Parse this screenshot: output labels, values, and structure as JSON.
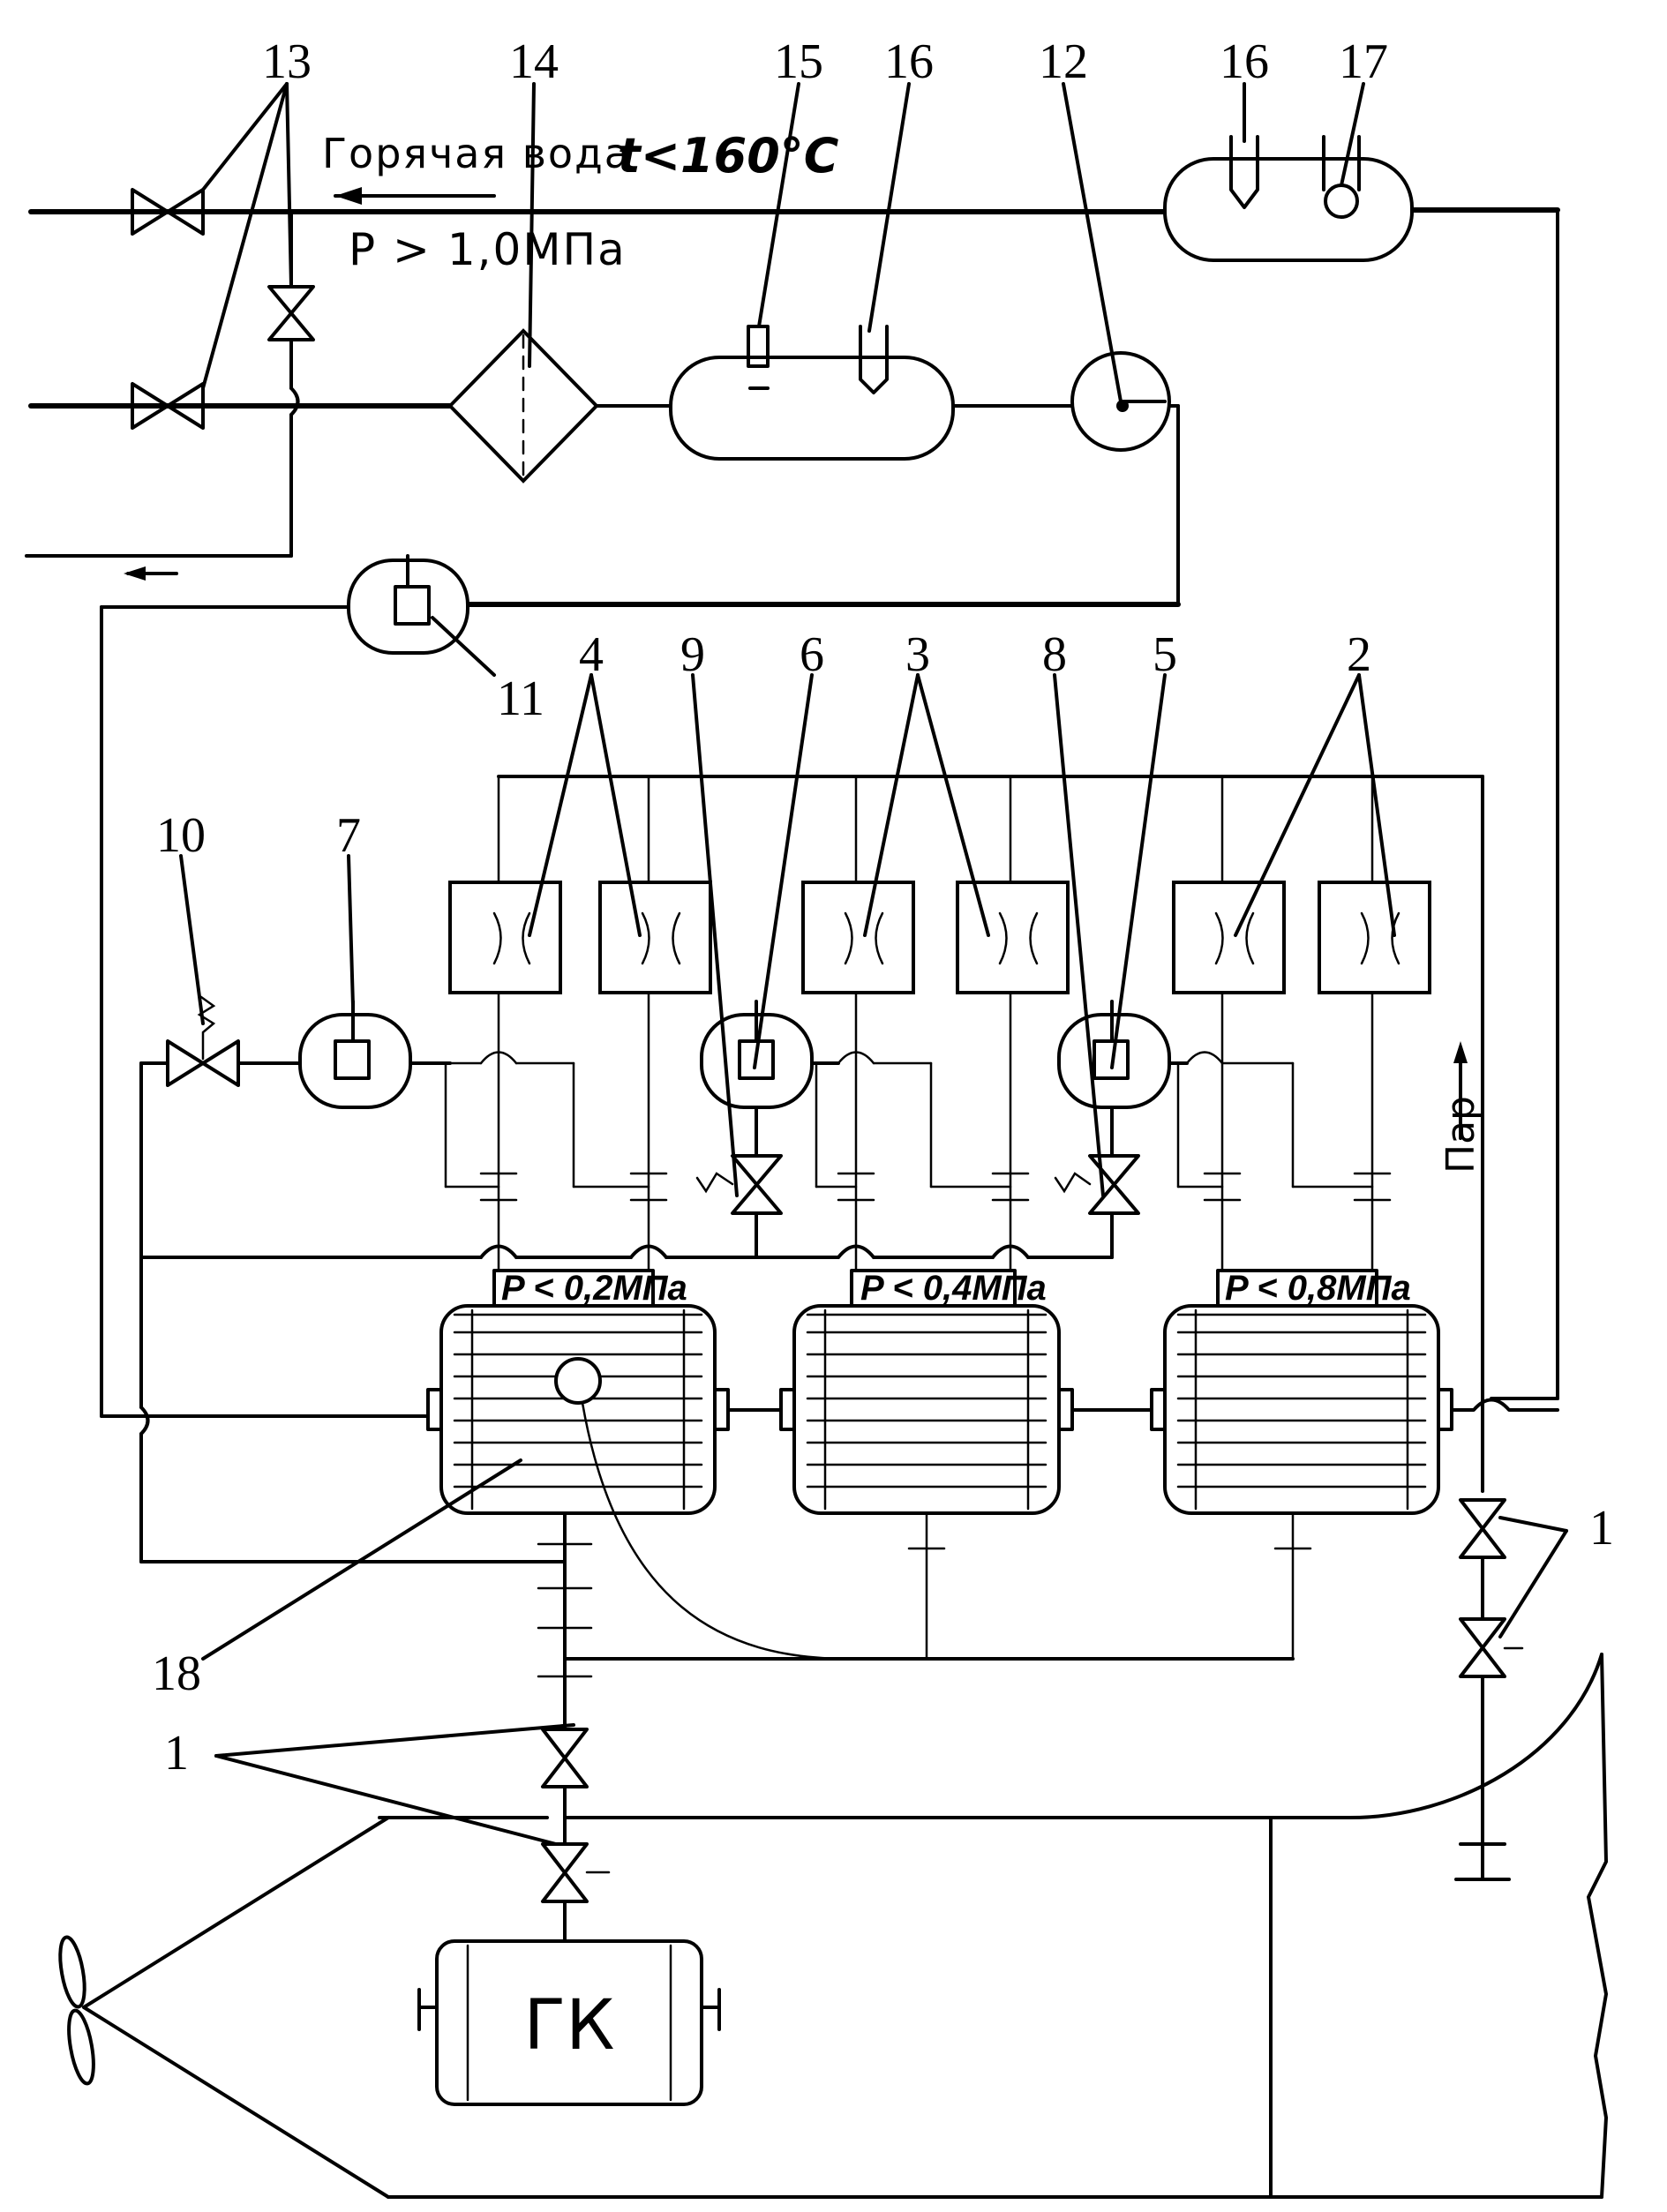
{
  "annotations": {
    "hot_water": "Горячая вода",
    "temperature": "t<160°C",
    "pressure_main": "P > 1,0МПа",
    "steam": "Пар",
    "p_low": "P < 0,2МПа",
    "p_mid": "P < 0,4МПа",
    "p_high": "P < 0,8МПа",
    "main_boiler": "ГК"
  },
  "labels": [
    "1",
    "1",
    "2",
    "3",
    "4",
    "5",
    "6",
    "7",
    "8",
    "9",
    "10",
    "11",
    "12",
    "13",
    "14",
    "15",
    "16",
    "16",
    "17",
    "18"
  ]
}
